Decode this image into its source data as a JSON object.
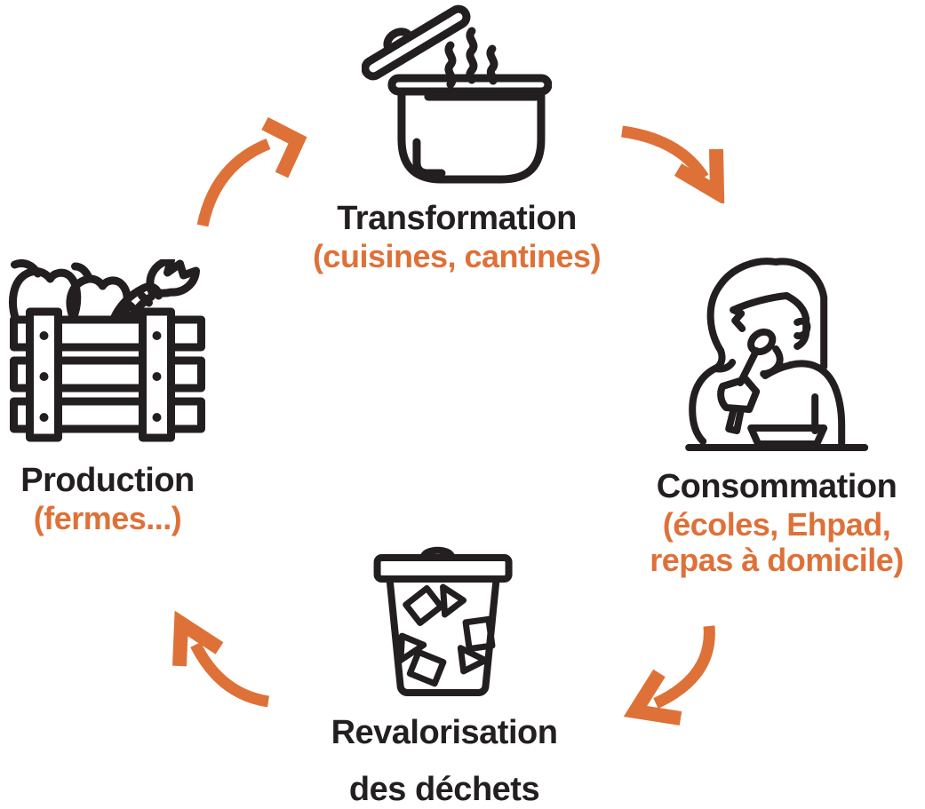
{
  "diagram": {
    "type": "cycle",
    "accent_color": "#DE7138",
    "ink_color": "#231F20",
    "background_color": "#FFFFFF",
    "nodes": {
      "transformation": {
        "label": "Transformation",
        "sublabel_lines": [
          "(cuisines, cantines)"
        ],
        "icon": "cooking-pot-icon"
      },
      "consommation": {
        "label": "Consommation",
        "sublabel_lines": [
          "(écoles, Ehpad,",
          "repas à domicile)"
        ],
        "icon": "person-eating-icon"
      },
      "revalorisation": {
        "label_lines": [
          "Revalorisation",
          "des déchets"
        ],
        "icon": "recycle-bin-icon"
      },
      "production": {
        "label": "Production",
        "sublabel_lines": [
          "(fermes...)"
        ],
        "icon": "vegetable-crate-icon"
      }
    },
    "arrows": [
      {
        "name": "production-to-transformation"
      },
      {
        "name": "transformation-to-consommation"
      },
      {
        "name": "consommation-to-revalorisation"
      },
      {
        "name": "revalorisation-to-production"
      }
    ]
  }
}
